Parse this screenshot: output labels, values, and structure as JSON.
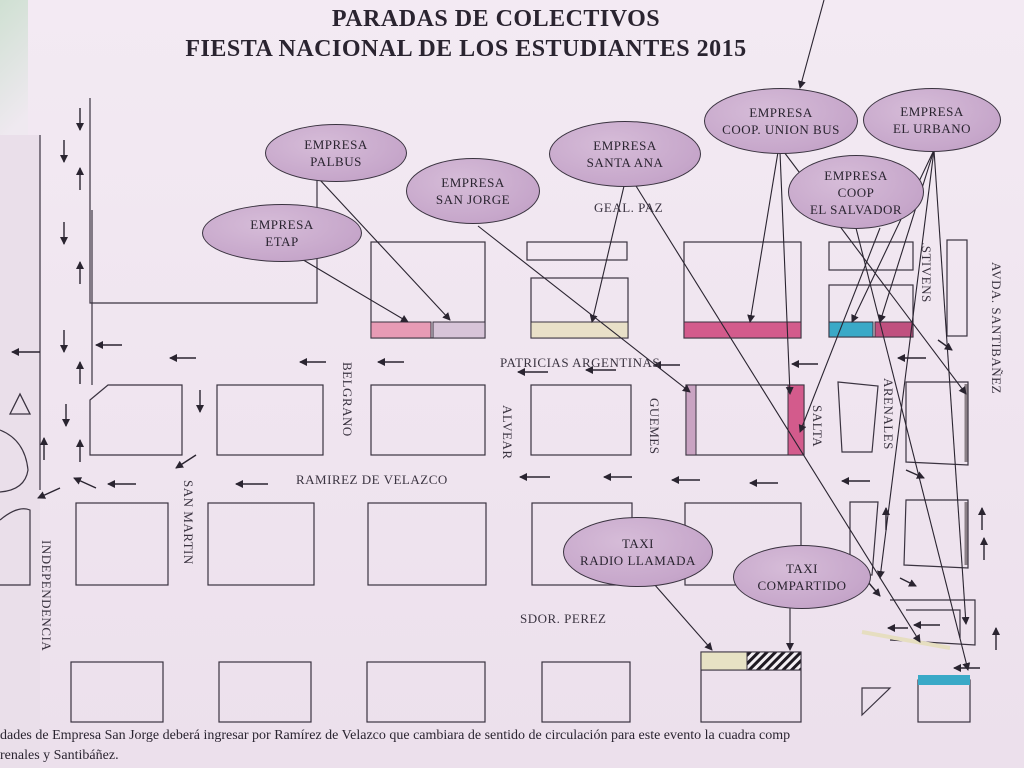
{
  "title": {
    "line1": "PARADAS  DE COLECTIVOS",
    "line2": "FIESTA NACIONAL DE LOS ESTUDIANTES 2015"
  },
  "streets": {
    "geal_paz": "GEAL. PAZ",
    "patricias": "PATRICIAS ARGENTINAS",
    "belgrano": "BELGRANO",
    "alvear": "ALVEAR",
    "guemes": "GUEMES",
    "salta": "SALTA",
    "arenales": "ARENALES",
    "stivens": ".STIVENS",
    "santibanez": "AVDA. SANTIBAÑEZ",
    "ramirez": "RAMIREZ DE VELAZCO",
    "san_martin": "SAN MARTIN",
    "independencia": "INDEPENDENCIA",
    "sdor_perez": "SDOR. PEREZ"
  },
  "bubbles": {
    "palbus": {
      "l1": "EMPRESA",
      "l2": "PALBUS"
    },
    "etap": {
      "l1": "EMPRESA",
      "l2": "ETAP"
    },
    "san_jorge": {
      "l1": "EMPRESA",
      "l2": "SAN JORGE"
    },
    "santa_ana": {
      "l1": "EMPRESA",
      "l2": "SANTA ANA"
    },
    "union_bus": {
      "l1": "EMPRESA",
      "l2": "COOP. UNION BUS"
    },
    "el_urbano": {
      "l1": "EMPRESA",
      "l2": "EL URBANO"
    },
    "el_salvador": {
      "l1": "EMPRESA",
      "l2": "COOP",
      "l3": "EL SALVADOR"
    },
    "taxi_radio": {
      "l1": "TAXI",
      "l2": "RADIO LLAMADA"
    },
    "taxi_compartido": {
      "l1": "TAXI",
      "l2": "COMPARTIDO"
    }
  },
  "footer": {
    "line1": "dades de Empresa San Jorge deberá ingresar por Ramírez de Velazco  que cambiara de sentido de circulación para este evento la cuadra comp",
    "line2": "renales y Santibáñez."
  },
  "colors": {
    "stop_pink": "#d35b8c",
    "stop_light_pink": "#e79bb5",
    "stop_blue": "#3aa9c7",
    "stop_cream": "#e7e2c4",
    "bubble": "#c6a6ca",
    "line": "#3a3340"
  }
}
